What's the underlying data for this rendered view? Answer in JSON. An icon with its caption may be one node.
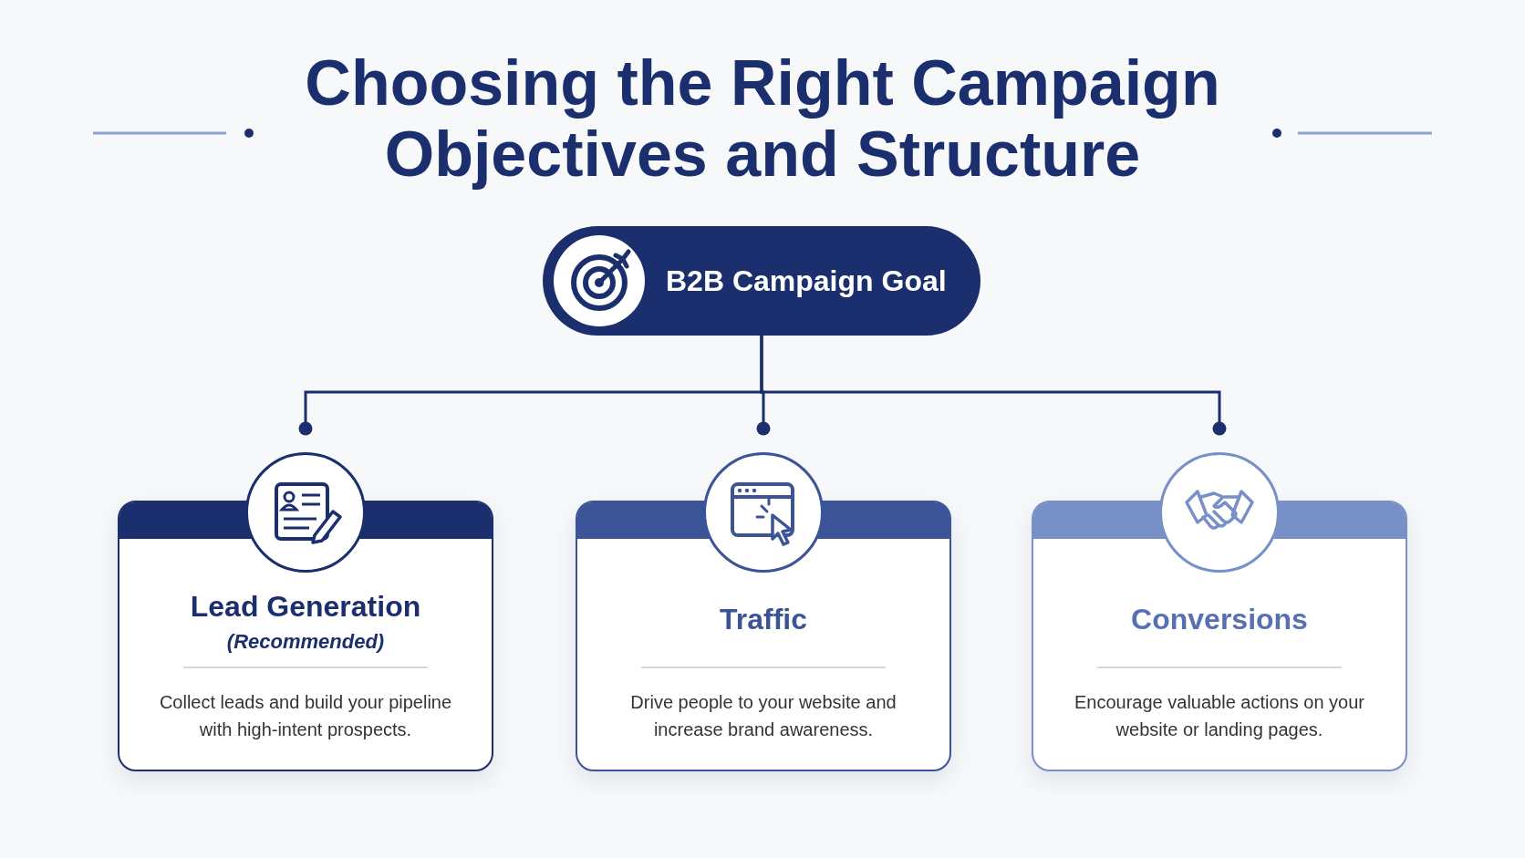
{
  "diagram": {
    "title": "Choosing the Right Campaign Objectives and Structure",
    "nodes": [
      {
        "text": [
          "B2B Campaign Goal"
        ]
      },
      {
        "text": [
          "Lead Generation",
          "(Recommended)",
          "Collect leads and build your pipeline with high-intent prospects."
        ]
      },
      {
        "text": [
          "Traffic",
          "Drive people to your website and increase brand awareness."
        ]
      },
      {
        "text": [
          "Conversions",
          "Encourage valuable actions on your website or landing pages."
        ]
      }
    ],
    "edges": [
      {
        "from": 0,
        "to": 1,
        "arrow": "other"
      },
      {
        "from": 0,
        "to": 2,
        "arrow": "other"
      },
      {
        "from": 0,
        "to": 3,
        "arrow": "other"
      }
    ]
  }
}
